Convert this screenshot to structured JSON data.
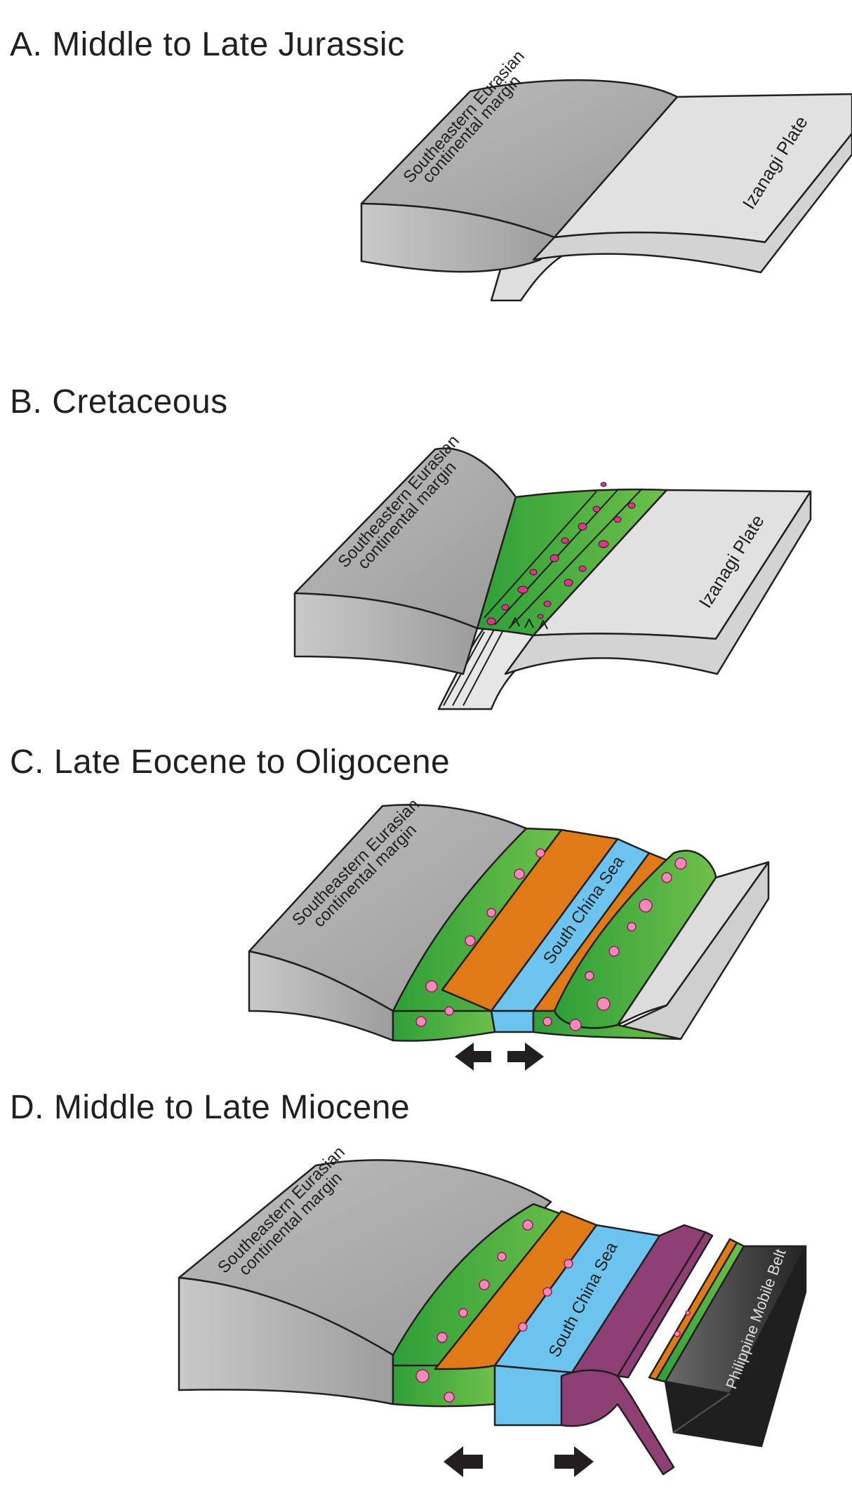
{
  "panels": [
    {
      "title": "A. Middle to Late Jurassic",
      "margin_label_line1": "Southeastern Eurasian",
      "margin_label_line2": "continental margin",
      "plate_label": "Izanagi Plate"
    },
    {
      "title": "B. Cretaceous",
      "margin_label_line1": "Southeastern Eurasian",
      "margin_label_line2": "continental margin",
      "plate_label": "Izanagi Plate"
    },
    {
      "title": "C. Late Eocene to Oligocene",
      "margin_label_line1": "Southeastern Eurasian",
      "margin_label_line2": "continental margin",
      "sea_label": "South China Sea"
    },
    {
      "title": "D. Middle to Late Miocene",
      "margin_label_line1": "Southeastern Eurasian",
      "margin_label_line2": "continental margin",
      "sea_label": "South China Sea",
      "belt_label": "Philippine Mobile Belt"
    }
  ],
  "colors": {
    "continent_top": "#a6a6a7",
    "continent_side": "#b9b9ba",
    "oceanic_plate": "#dedede",
    "volcanic_green": "#3ea73c",
    "granite_pink": "#e0338b",
    "sediment_orange": "#e07a18",
    "sea_blue": "#6cc4ee",
    "ophiolite_purple": "#8e3f73",
    "belt_dark": "#3a3a3a",
    "outline": "#231f20"
  }
}
